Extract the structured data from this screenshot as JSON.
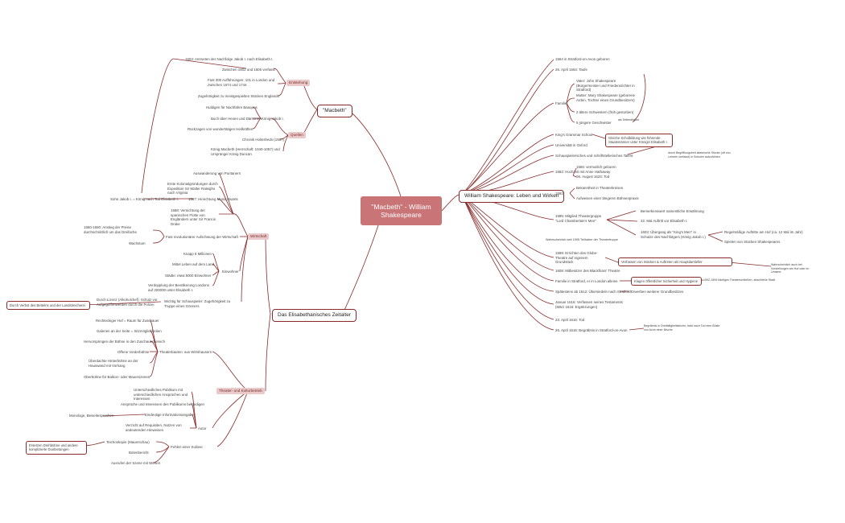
{
  "title": "\"Macbeth\" - William Shakespeare",
  "macbeth": {
    "label": "\"Macbeth\"",
    "entstehung": {
      "label": "Entstehung",
      "items": [
        "1603: Ammeten der Nachfolge Jakob I. nach Elisabeth I.",
        "Zwischen 1602 und 1606 verfasst",
        "Fast 300 Aufführungen: 101 in London und zwischen 1674 und 1744",
        "Zugehörigkeit zu meistgespielten Stücken Englands"
      ]
    },
    "quellen": {
      "label": "Quellen",
      "items": [
        "Huldigen für Nachfahre Banquos",
        "Buch über Hexen und Dämonen",
        "Rückzagen von wundertätigen Heilkräften",
        "König Jakob I.",
        "Chronik Holinsheds (1587)",
        "König Macbeth (Herrschaft: 1040-1057) und Ursprünger König Duncan"
      ]
    }
  },
  "zeitalter": {
    "label": "Das Elisabethanisches Zeitalter",
    "jakob": "Sohn Jakob I. = König nach Tod Elisabeth I.",
    "wirtschaft": {
      "label": "Wirtschaft",
      "items": [
        "Auswanderung von Puritanern",
        "Erste Kolonialgründungen durch Expedition Sir Walter Raleighs nach Virginia",
        "1587: Hinrichtung Maria Stuarts",
        "1588: Vernichtung der spanischen Flotte von Engländern unter Sir Francis Drake",
        "1550-1650: Anstieg der Preise durchschnittlich um das Dreifache",
        "Fast revolutionärer Aufschwung der Wirtschaft",
        "Wachstum",
        "Knapp 5 Millionen",
        "Mittel Leben auf dem Land",
        "Einwohner",
        "Städte: etwa 5000 Einwohner",
        "Verdopplung der Bevölkerung Londons auf 200000 unter Elisabeth I.",
        "Durch Lizenz (Alkoholchef): Schutz vor Aufgegriffenwerden durch die Polizei",
        "Wichtig für Schauspieler: Zugehörigkeit zu Truppe eines Gönners"
      ],
      "note": "Durch Verbot des Bettelns und der Landstreicherei"
    },
    "theater": {
      "label": "Theater- und Kulturbetrieb",
      "bauten": "Theaterbauten: aus Wirtshausern",
      "bauten_items": [
        "Rechteckiger Hof = Raum für Zuschauer",
        "Galerien an der Seite = Sitzmöglichkeiten",
        "Hervorspringen der Bühne in den Zuschauerbereich",
        "Offene Vorderbühne",
        "Überdachte Hinterbühne an der Hauswand mit Vorhang",
        "Oberbühne für Balkon- oder Mauerszenen"
      ],
      "autor_items": [
        "Unterschiedliches Publikum mit unterschiedlichen Ansprüchen und Interessen",
        "Ansprüche und Interessen des Publikums befriedigen",
        "Eindeutige Informationsangabe",
        "Verzicht auf Requisiten, Nutzen von andeutenden Hinweisen"
      ],
      "autor": "Autor",
      "monolog": "Monologe, Beiseitesprechen",
      "kulisse": "Fehlen einer Kulisse",
      "kulisse_items": [
        "Teichoskopie (Mauerschau)",
        "Botenbericht"
      ],
      "kulisse_note": "Ersetzen Drehbühne und andere komplizierte Dunbietungen",
      "ansage": "Ausrufen der Szene mit Worten"
    }
  },
  "leben": {
    "label": "William Shakespeare: Leben und Wirken",
    "items": [
      "1564 in Stratford-on-Avon geboren",
      "26. April 1564: Taufe",
      "Familie",
      "Vater: John Shakespeare (Bürgermeister und Friedensrichter in Stratford)",
      "Mutter: Mary Shakespeare (geborene Arden, Tochter eines Grundbesitzers)",
      "2 ältere Schwestern (früh gestorben)",
      "5 jüngere Geschwister",
      "als Drittmältgbst",
      "King's Grammar School",
      "Gleiche Schulbildung wie führende Staatsmänner unter Königin Elisabeth I.",
      "Universität in Oxford",
      "Schauspielerisches und schriftstellerisches Talent",
      "durch Begrifflungsheit lateinische Stücke (oft von Lehrern verfasst) in Schulen aufzuführen",
      "1582: Hochzeit mit Anne Hathaway",
      "1556: vermutlich geboren",
      "06. August 1623: Tod",
      "1592",
      "Bekanntheit in Theaterkreisen",
      "Aufweisen einer längeren Bühnenpraxis",
      "1595: Mitglied Theatergruppe \"Lord Chamberlain's Men\"",
      "Bemerkenswert namentliche Erwähnung",
      "32. Mal Auftritt vor Elisabeth I.",
      "1603: Übergang als \"King's Men\" in Schutze des Nachfolgers (König Jakob I.)",
      "Regelmäßige Auftritte am Hof (ca. 12 Mal im Jahr)",
      "Spielen von Stücken Shakespeares",
      "Wahrscheinlich seit 1595 Teilhaber der Theatertruppe",
      "1599: Errichten des Globe-Theatre auf eigenem Grundstück",
      "Verfassen von Stücken & Auftreten als Hauptdarsteller",
      "Wahrscheinlich auch bei Vorstellungen am Hof oder im Umland",
      "1608: Mitbesitzer des Blackfriars' Theatre",
      "Familie in Stratford, er in London alleine",
      "Klagen öffentlicher Sicherheit und Hygiene",
      "1592-1594 häufiges Theaterschließen, abschließe Stadt",
      "Spätestens ab 1612: Übersiedeln nach Stratford",
      "Erwerben weiterer Grundbesitzes",
      "Januar 1616: Verfassen seines Testaments (März 1616: Ergänzungen)",
      "23. April 1616: Tod",
      "26. April 1616: Begräbnis in Stratford-on-Avon",
      "Begräbnis in Dreifaltigkeitskirche, bald nach Tod eine Büste von Avon einer Nische"
    ]
  },
  "colors": {
    "line": "#8a2b2b",
    "center": "#c97476",
    "tag": "#e9c9c9"
  }
}
